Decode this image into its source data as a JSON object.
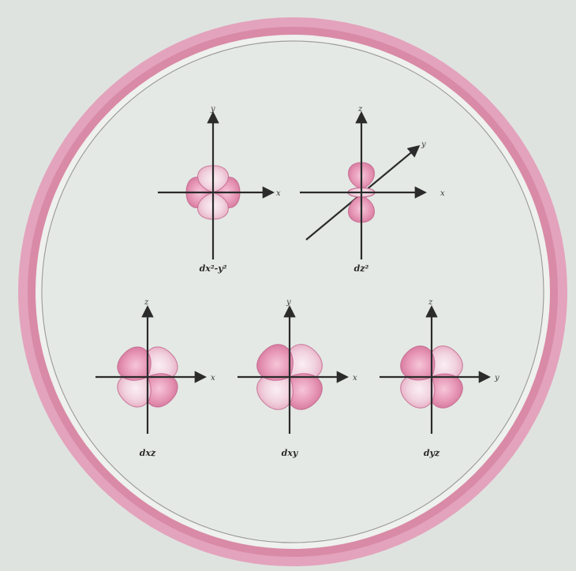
{
  "colors": {
    "background": "#dfe3e0",
    "ring_outer": "#d98aa6",
    "ring_inner_line": "#9c9c9c",
    "plate": "#e4e9e5",
    "lobe_dark": "#df86a8",
    "lobe_light": "#f3dbe5",
    "lobe_stroke": "#c0628a",
    "axis": "#2b2b2b"
  },
  "orbitals": [
    {
      "id": "dx2-y2",
      "label": "dx²-y²",
      "axes": {
        "vertical": "y",
        "horizontal": "x"
      },
      "shape": "clover-axial"
    },
    {
      "id": "dz2",
      "label": "dz²",
      "axes": {
        "vertical": "z",
        "horizontal": "x",
        "diagonal": "y"
      },
      "shape": "dumbbell-torus"
    },
    {
      "id": "dxz",
      "label": "dxz",
      "axes": {
        "vertical": "z",
        "horizontal": "x"
      },
      "shape": "clover-diagonal"
    },
    {
      "id": "dxy",
      "label": "dxy",
      "axes": {
        "vertical": "y",
        "horizontal": "x"
      },
      "shape": "clover-diagonal"
    },
    {
      "id": "dyz",
      "label": "dyz",
      "axes": {
        "vertical": "z",
        "horizontal": "y"
      },
      "shape": "clover-diagonal"
    }
  ]
}
